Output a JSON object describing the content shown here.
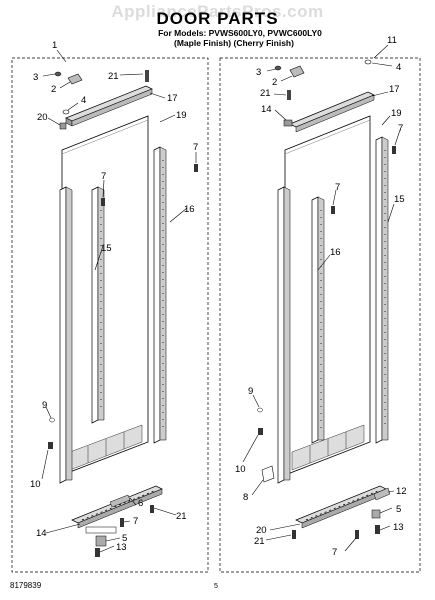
{
  "watermark": "AppliancePartsPros.com",
  "title": "DOOR PARTS",
  "models_line1": "For Models: PVWS600LY0, PVWC600LY0",
  "models_line2": "(Maple Finish) (Cherry Finish)",
  "footer_part_number": "8179839",
  "footer_page": "5",
  "left_callouts": [
    "1",
    "3",
    "2",
    "21",
    "4",
    "17",
    "20",
    "19",
    "7",
    "7",
    "16",
    "15",
    "9",
    "10",
    "6",
    "21",
    "14",
    "7",
    "5",
    "13"
  ],
  "right_callouts": [
    "11",
    "3",
    "4",
    "2",
    "21",
    "17",
    "14",
    "19",
    "7",
    "7",
    "15",
    "16",
    "9",
    "10",
    "8",
    "12",
    "5",
    "20",
    "21",
    "7",
    "13"
  ]
}
